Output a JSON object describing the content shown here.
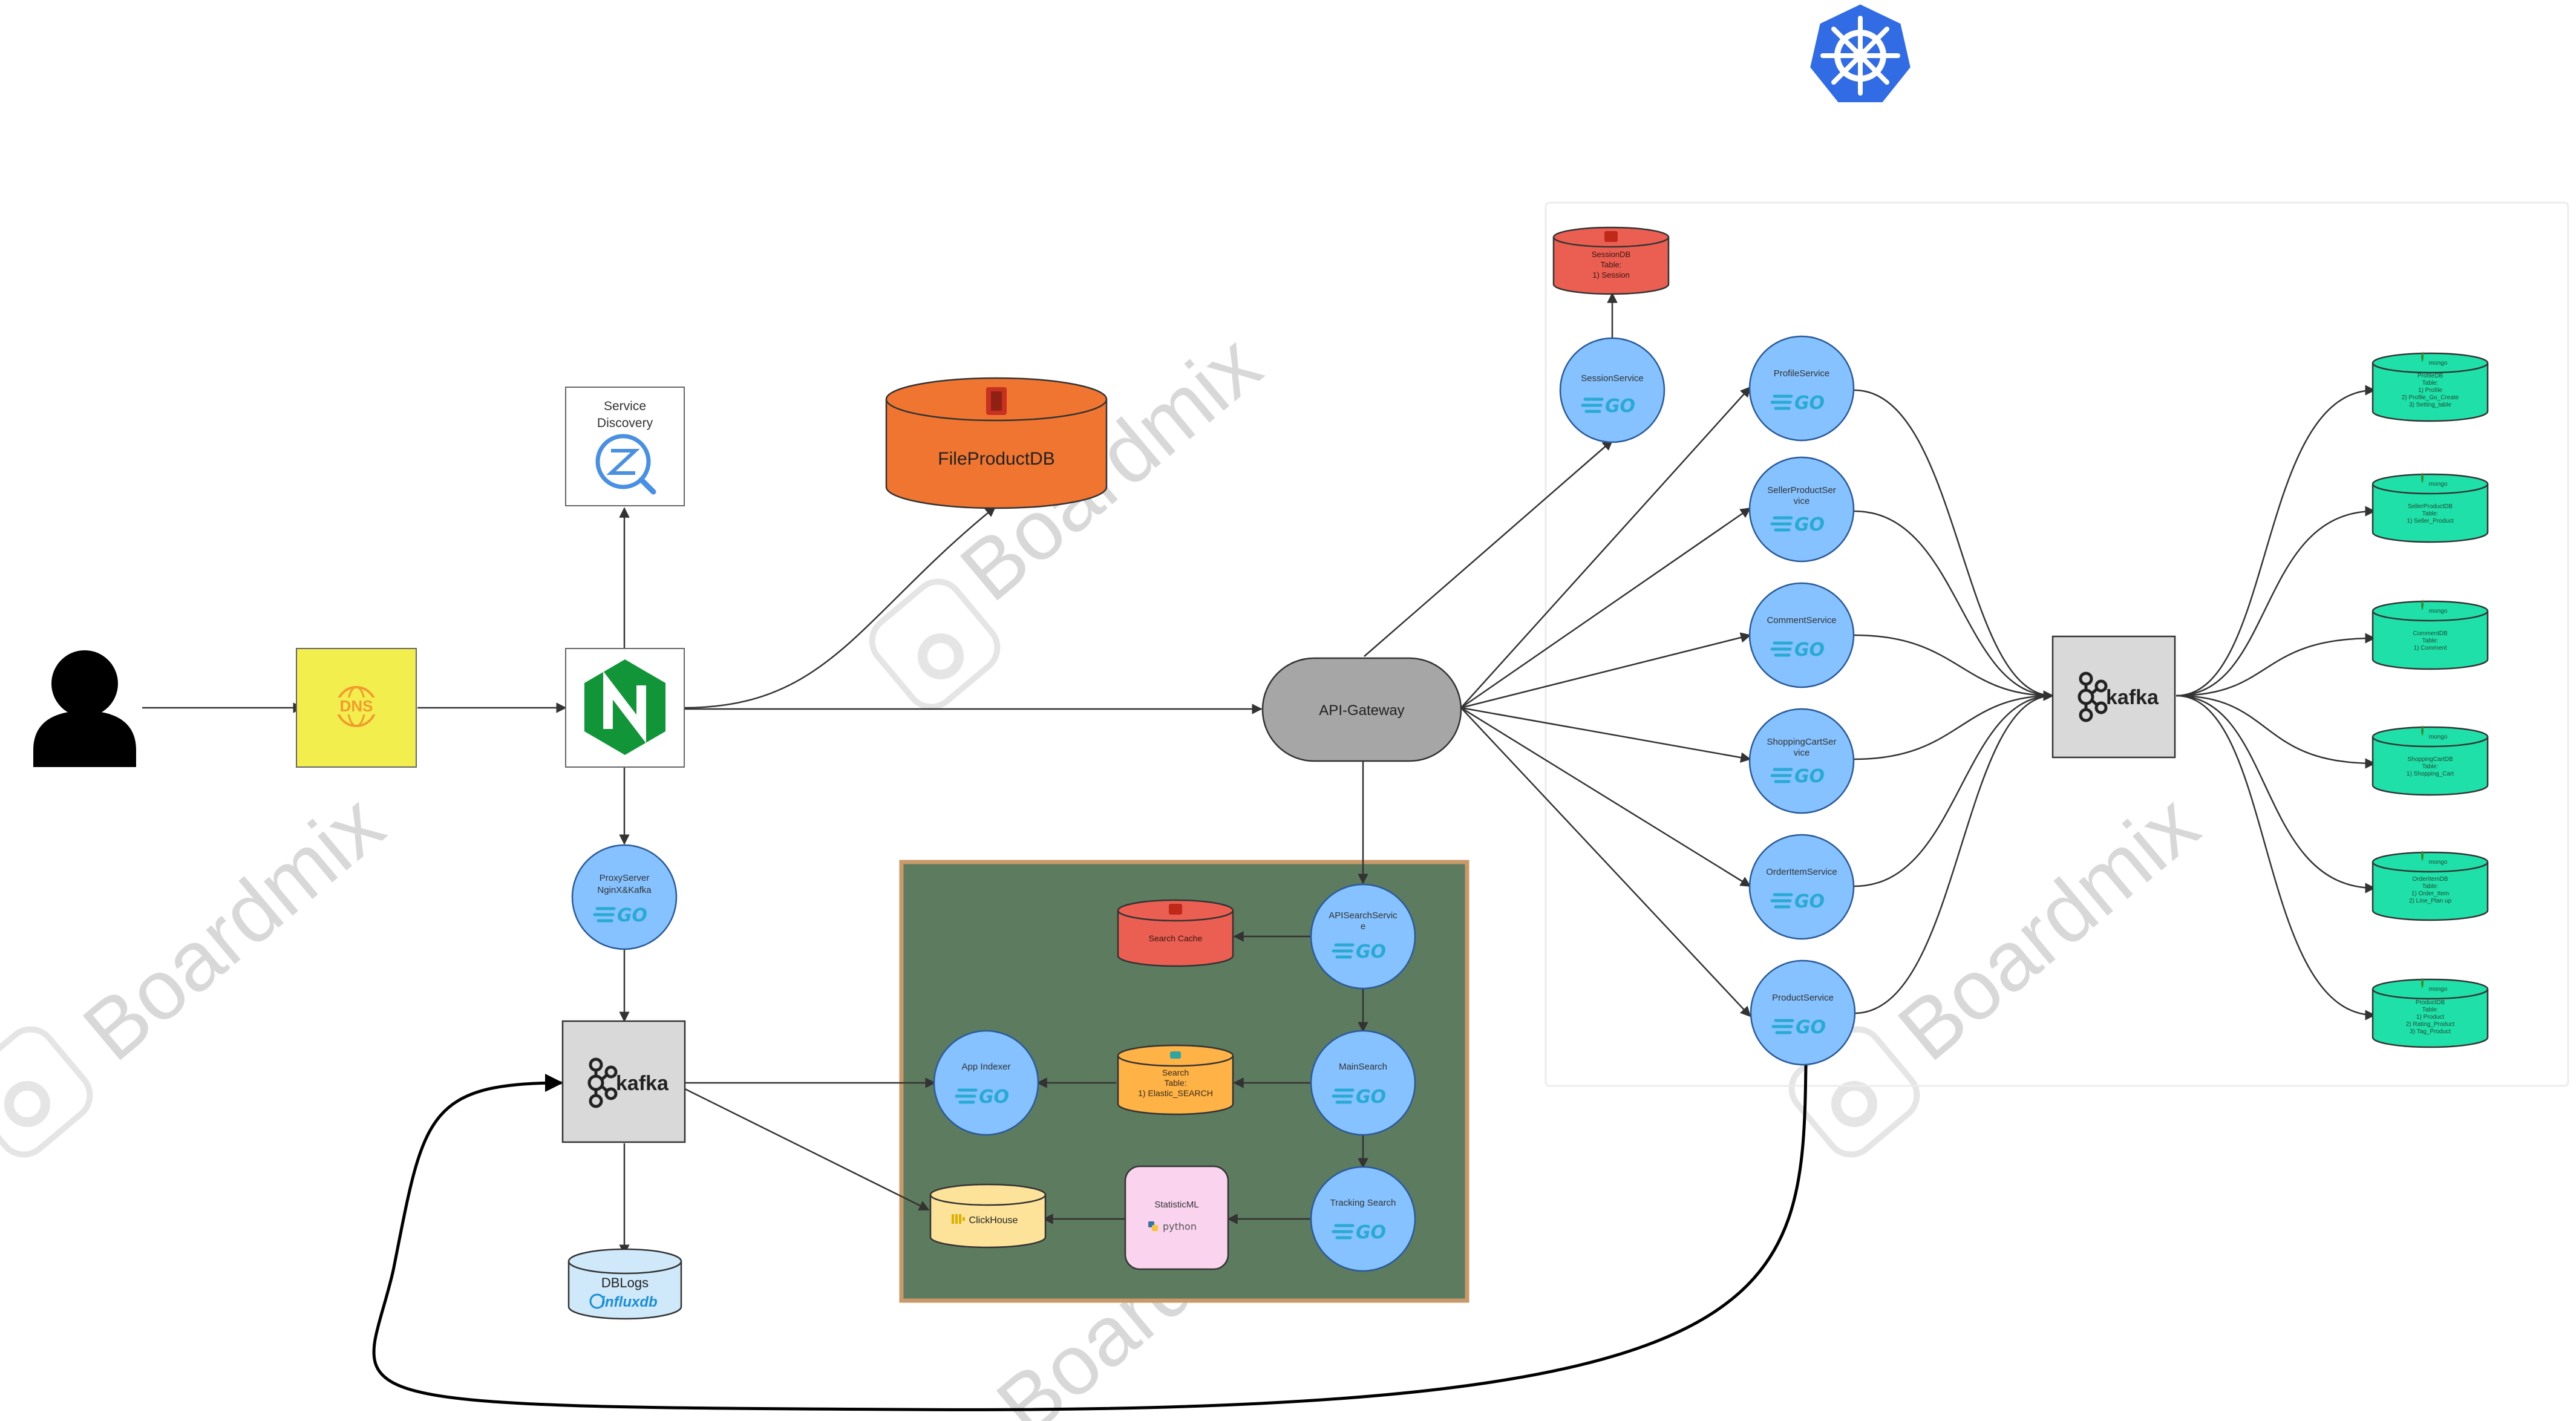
{
  "colors": {
    "service_fill": "#85c2ff",
    "service_stroke": "#2a5a9a",
    "redis_fill": "#ea5f51",
    "file_db_fill": "#f07530",
    "search_db_fill": "#ffb347",
    "clickhouse_fill": "#fde39a",
    "influx_fill": "#cfe9fb",
    "mongo_fill": "#1ee0a8",
    "dns_fill": "#f2ee4d",
    "nginx_green": "#129538",
    "k8s_blue": "#326ce5",
    "search_panel_fill": "#5d7b5f",
    "search_panel_border": "#c89a6a",
    "gray_box": "#d9d9d9",
    "gateway_fill": "#a6a6a6"
  },
  "icons": [
    "user-icon",
    "dns-icon",
    "nginx-icon",
    "zookeeper-icon",
    "kubernetes-icon",
    "kafka-icon",
    "go-icon",
    "redis-icon",
    "python-icon",
    "clickhouse-icon",
    "influxdb-icon",
    "mongodb-icon",
    "aws-s3-icon"
  ],
  "nodes": {
    "dns": "DNS",
    "service_discovery": [
      "Service",
      "Discovery"
    ],
    "file_product_db": "FileProductDB",
    "api_gateway": "API-Gateway",
    "proxy_server": [
      "ProxyServer",
      "NginX&Kafka"
    ],
    "kafka_left": "kafka",
    "kafka_right": "kafka",
    "db_logs": "DBLogs",
    "influxdb": "influxdb",
    "session_db": [
      "SessionDB",
      "Table:",
      "1) Session"
    ],
    "session_service": "SessionService",
    "search_cache": "Search Cache",
    "api_search_service": [
      "APISearchServic",
      "e"
    ],
    "app_indexer": "App Indexer",
    "search_db": [
      "Search",
      "Table:",
      "1) Elastic_SEARCH"
    ],
    "main_search": "MainSearch",
    "clickhouse": "ClickHouse",
    "statistic_ml": "StatisticML",
    "python": "python",
    "tracking_search": "Tracking Search",
    "go_label": "GO",
    "mongo_label": "mongo",
    "services": [
      [
        "ProfileService"
      ],
      [
        "SellerProductSer",
        "vice"
      ],
      [
        "CommentService"
      ],
      [
        "ShoppingCartSer",
        "vice"
      ],
      [
        "OrderItemService"
      ],
      [
        "ProductService"
      ]
    ],
    "mongo_dbs": [
      [
        "ProfileDB",
        "Table:",
        "1) Profile",
        "2) Profile_Go_Create",
        "3) Setting_table"
      ],
      [
        "SellerProductDB",
        "Table:",
        "1) Seller_Product"
      ],
      [
        "CommentDB",
        "Table:",
        "1) Comment"
      ],
      [
        "ShoppingCartDB",
        "Table:",
        "1) Shopping_Cart"
      ],
      [
        "OrderItemDB",
        "Table:",
        "1) Order_Item",
        "2) Line_Plan up"
      ],
      [
        "ProductDB",
        "Table:",
        "1) Product",
        "2) Rating_Product",
        "3) Tag_Product"
      ]
    ]
  },
  "watermark": "Boardmix"
}
